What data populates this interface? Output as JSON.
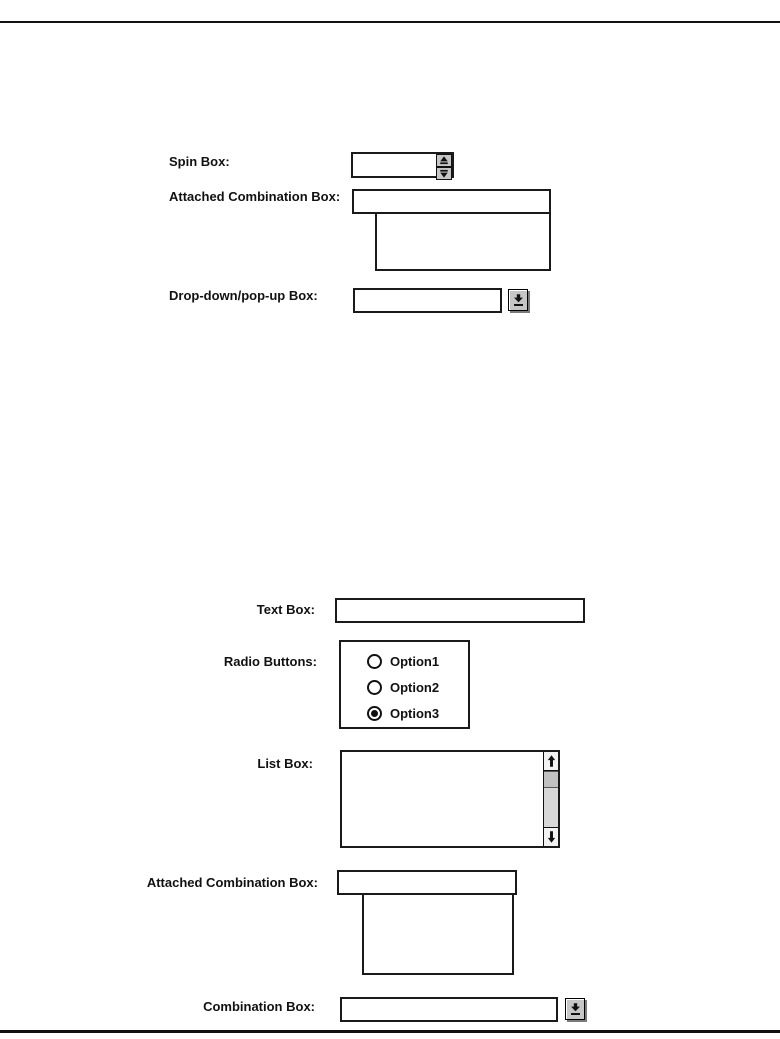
{
  "colors": {
    "page_bg": "#ffffff",
    "border_black": "#1a1a1a",
    "button_face": "#c6c6c6",
    "scroll_trough": "#d8d8d8",
    "scroll_thumb": "#c2c2c2",
    "rule": "#111111"
  },
  "icons": {
    "spin_up_icon": "black up triangle with baseline",
    "spin_down_icon": "black down triangle with topline",
    "dropdown_icon": "black down arrow with underline",
    "scroll_up_icon": "black up arrow",
    "scroll_down_icon": "black down arrow"
  },
  "figure_top": {
    "spin_box": {
      "label": "Spin Box:",
      "value": ""
    },
    "attached_combination_box": {
      "label": "Attached Combination Box:",
      "value": "",
      "list_items": []
    },
    "dropdown_box": {
      "label": "Drop-down/pop-up Box:",
      "value": ""
    }
  },
  "figure_bottom": {
    "text_box": {
      "label": "Text Box:",
      "value": ""
    },
    "radio_buttons": {
      "label": "Radio Buttons:",
      "options": [
        {
          "label": "Option1",
          "selected": false
        },
        {
          "label": "Option2",
          "selected": false
        },
        {
          "label": "Option3",
          "selected": true
        }
      ]
    },
    "list_box": {
      "label": "List Box:",
      "items": []
    },
    "attached_combination_box": {
      "label": "Attached Combination Box:",
      "value": "",
      "list_items": []
    },
    "combination_box": {
      "label": "Combination Box:",
      "value": ""
    }
  }
}
